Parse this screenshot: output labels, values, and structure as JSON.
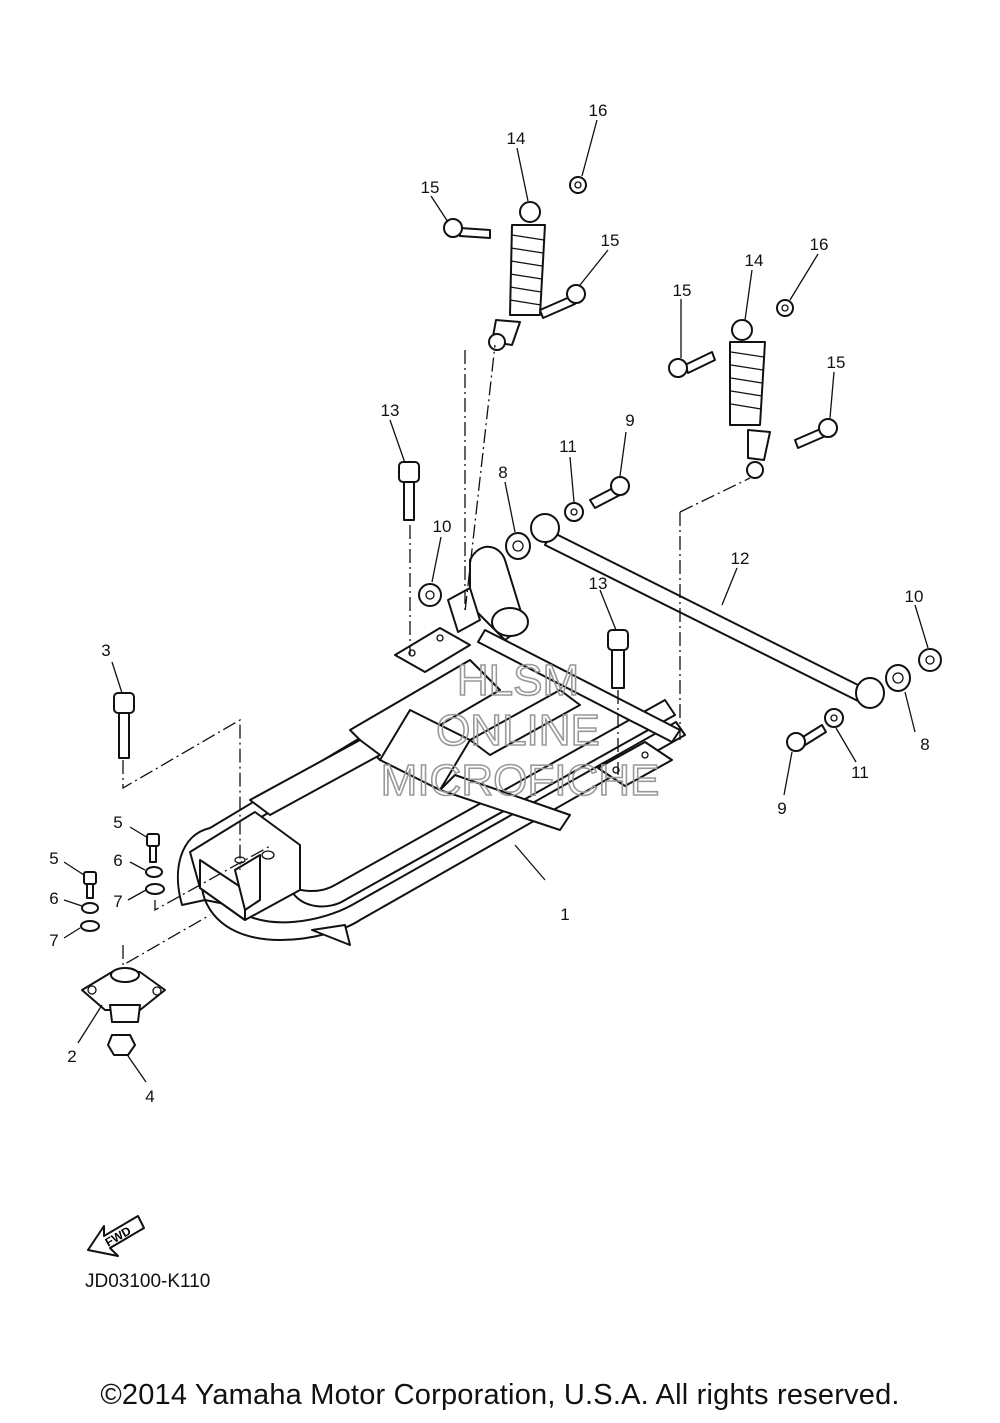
{
  "diagram": {
    "code": "JD03100-K110",
    "copyright": "©2014 Yamaha Motor Corporation, U.S.A. All rights reserved.",
    "fwd_label": "FWD",
    "watermark": [
      "HLSM",
      "ONLINE",
      "MICROFICHE"
    ],
    "callouts": [
      "1",
      "2",
      "3",
      "4",
      "5",
      "5",
      "6",
      "6",
      "7",
      "7",
      "8",
      "8",
      "9",
      "9",
      "10",
      "10",
      "11",
      "11",
      "12",
      "13",
      "13",
      "14",
      "14",
      "15",
      "15",
      "15",
      "15",
      "16",
      "16"
    ]
  }
}
